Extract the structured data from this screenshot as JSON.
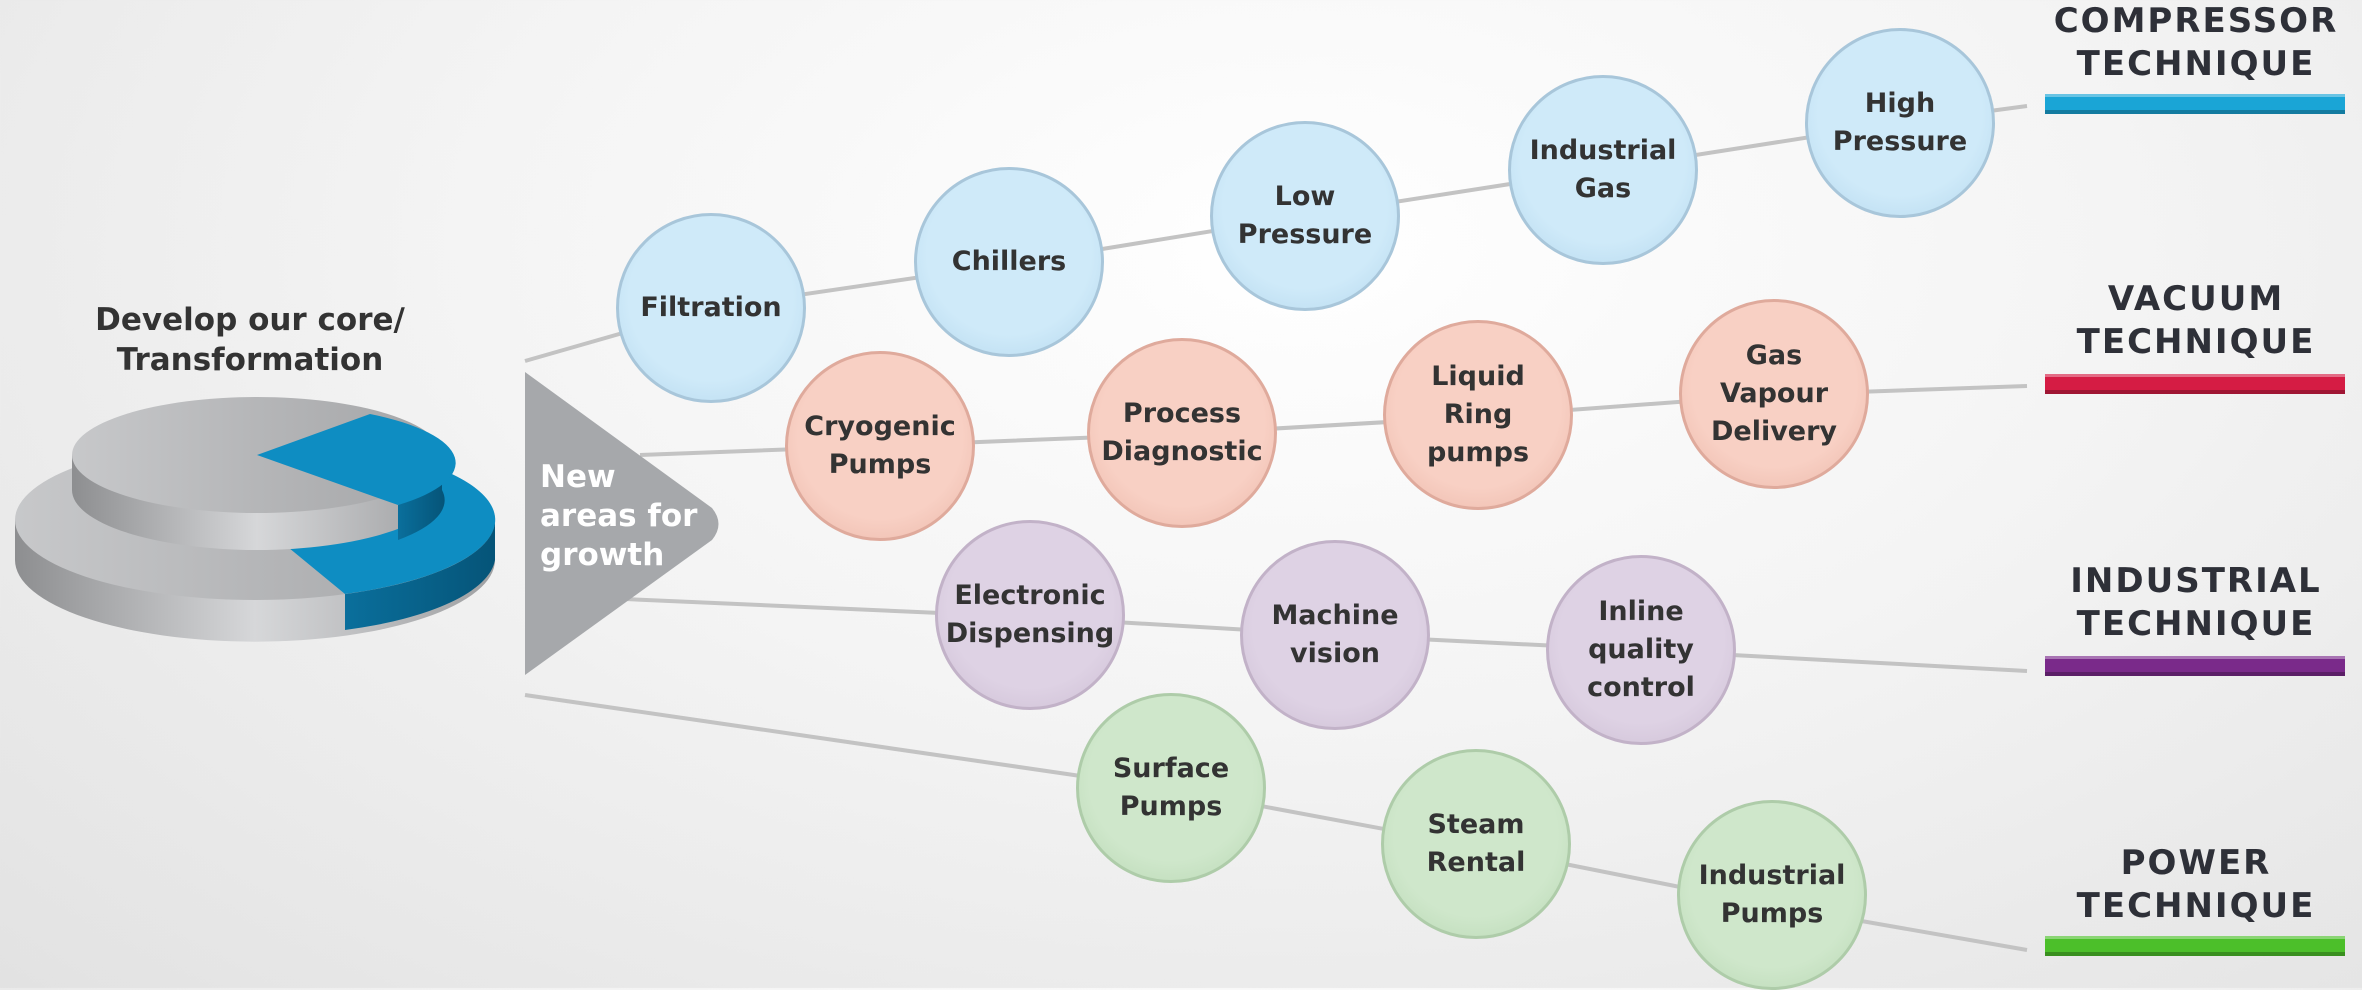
{
  "core": {
    "title": "Develop our core/\nTransformation",
    "growth_label": "New\nareas for\ngrowth"
  },
  "branches": [
    {
      "name": "COMPRESSOR\nTECHNIQUE",
      "color": "#1aa5d6",
      "nodes": [
        "Filtration",
        "Chillers",
        "Low\nPressure",
        "Industrial\nGas",
        "High\nPressure"
      ]
    },
    {
      "name": "VACUUM\nTECHNIQUE",
      "color": "#d51c44",
      "nodes": [
        "Cryogenic\nPumps",
        "Process\nDiagnostic",
        "Liquid\nRing pumps",
        "Gas Vapour\nDelivery"
      ]
    },
    {
      "name": "INDUSTRIAL\nTECHNIQUE",
      "color": "#7a2a8a",
      "nodes": [
        "Electronic\nDispensing",
        "Machine\nvision",
        "Inline\nquality\ncontrol"
      ]
    },
    {
      "name": "POWER\nTECHNIQUE",
      "color": "#4cbf2a",
      "nodes": [
        "Surface\nPumps",
        "Steam\nRental",
        "Industrial\nPumps"
      ]
    }
  ]
}
